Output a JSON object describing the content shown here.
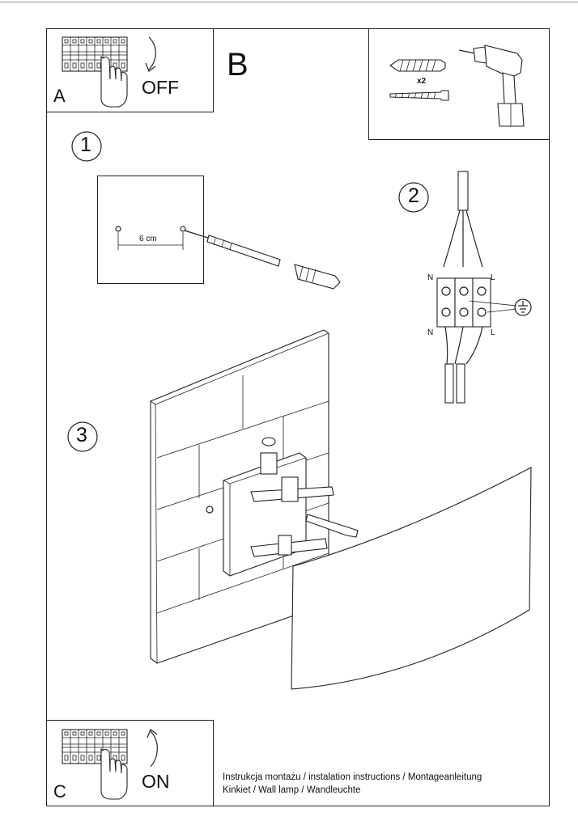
{
  "step_a": {
    "letter": "A",
    "switch_label": "OFF"
  },
  "step_b": {
    "letter": "B",
    "quantity": "x2"
  },
  "step_1": {
    "number": "1",
    "distance": "6 cm"
  },
  "step_2": {
    "number": "2",
    "n_top": "N",
    "l_top": "L",
    "n_bottom": "N",
    "l_bottom": "L"
  },
  "step_3": {
    "number": "3"
  },
  "step_c": {
    "letter": "C",
    "switch_label": "ON"
  },
  "footer": {
    "line1": "Instrukcja montażu / instalation instructions / Montageanleitung",
    "line2": "Kinkiet / Wall lamp / Wandleuchte"
  }
}
